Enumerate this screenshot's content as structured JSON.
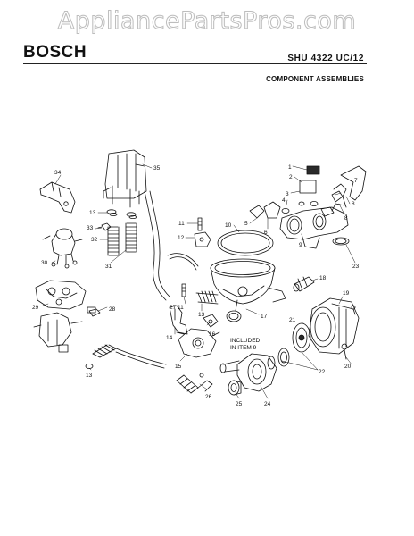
{
  "watermark": "AppliancePartsPros.com",
  "header": {
    "brand": "BOSCH",
    "model": "SHU 4322 UC/12",
    "section_title": "COMPONENT ASSEMBLIES"
  },
  "note": {
    "line1": "INCLUDED",
    "line2": "IN ITEM 9"
  },
  "callouts": {
    "c1": "1",
    "c2": "2",
    "c3": "3",
    "c4": "4",
    "c5": "5",
    "c6": "6",
    "c7": "7",
    "c8a": "8",
    "c8b": "8",
    "c9": "9",
    "c10": "10",
    "c11a": "11",
    "c11b": "11",
    "c12": "12",
    "c13a": "13",
    "c13b": "13",
    "c13c": "13",
    "c14": "14",
    "c15": "15",
    "c16": "16",
    "c17": "17",
    "c18": "18",
    "c19": "19",
    "c20": "20",
    "c21": "21",
    "c22": "22",
    "c23": "23",
    "c24": "24",
    "c25": "25",
    "c26": "26",
    "c27": "27",
    "c28": "28",
    "c29": "29",
    "c30": "30",
    "c31": "31",
    "c32": "32",
    "c33": "33",
    "c34": "34",
    "c35": "35"
  },
  "colors": {
    "ink": "#111111",
    "watermark": "#bdbdbd",
    "fill_dark": "#2a2a2a"
  }
}
